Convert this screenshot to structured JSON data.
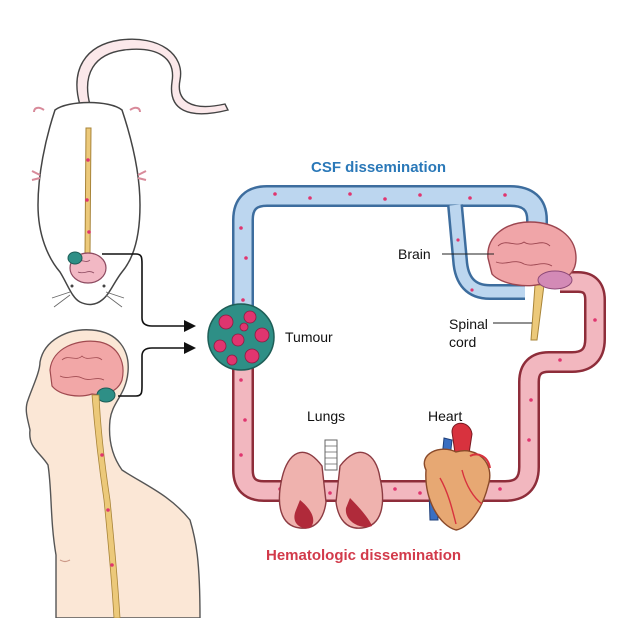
{
  "titles": {
    "csf": "CSF dissemination",
    "hematologic": "Hematologic dissemination"
  },
  "labels": {
    "brain": "Brain",
    "spinal_line1": "Spinal",
    "spinal_line2": "cord",
    "tumour": "Tumour",
    "lungs": "Lungs",
    "heart": "Heart"
  },
  "colors": {
    "csf_title": "#2a78b8",
    "hematologic_title": "#d23a4a",
    "csf_vessel_fill": "#bcd6ef",
    "csf_vessel_stroke": "#3d6d9e",
    "blood_vessel_fill": "#f2b7bf",
    "blood_vessel_stroke": "#8e2d3a",
    "tumour_teal": "#2e8f86",
    "tumour_pink": "#e0356f",
    "cell_dot": "#e0356f",
    "brain_pink": "#f2a7a7",
    "spinal_cord": "#ecc97a"
  },
  "icons": [
    "mouse-icon",
    "human-icon",
    "tumour-icon",
    "brain-icon",
    "lungs-icon",
    "heart-icon",
    "arrow-icon"
  ]
}
